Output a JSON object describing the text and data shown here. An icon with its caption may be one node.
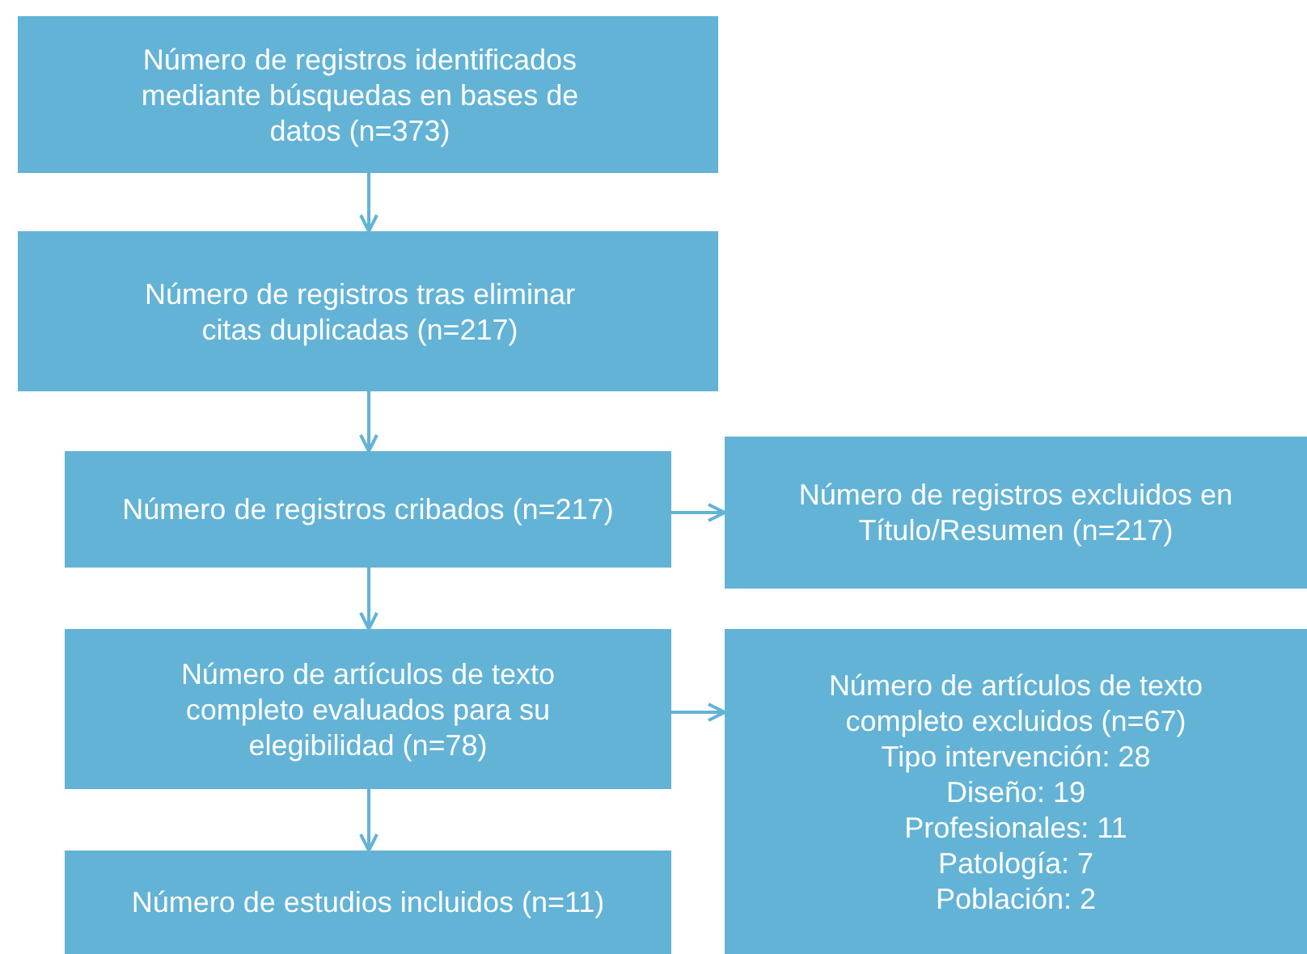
{
  "diagram": {
    "nodes": [
      {
        "text": [
          "Número de registros identificados mediante búsquedas en bases de datos (n=373)"
        ]
      },
      {
        "text": [
          "Número de registros tras eliminar citas duplicadas (n=217)"
        ]
      },
      {
        "text": [
          "Número de registros cribados (n=217)"
        ]
      },
      {
        "text": [
          "Número de registros excluidos en Título/Resumen (n=217)"
        ]
      },
      {
        "text": [
          "Número de artículos de texto completo evaluados para su elegibilidad (n=78)"
        ]
      },
      {
        "text": [
          "Número de artículos de texto completo excluidos (n=67)",
          "Tipo intervención: 28",
          "Diseño: 19",
          "Profesionales: 11",
          "Patología: 7",
          "Población: 2"
        ]
      },
      {
        "text": [
          "Número de estudios incluidos (n=11)"
        ]
      }
    ],
    "edges": [
      {
        "from": 0,
        "to": 1,
        "arrow": "to"
      },
      {
        "from": 1,
        "to": 2,
        "arrow": "to"
      },
      {
        "from": 2,
        "to": 3,
        "arrow": "to"
      },
      {
        "from": 2,
        "to": 4,
        "arrow": "to"
      },
      {
        "from": 4,
        "to": 5,
        "arrow": "to"
      },
      {
        "from": 4,
        "to": 6,
        "arrow": "to"
      }
    ]
  }
}
